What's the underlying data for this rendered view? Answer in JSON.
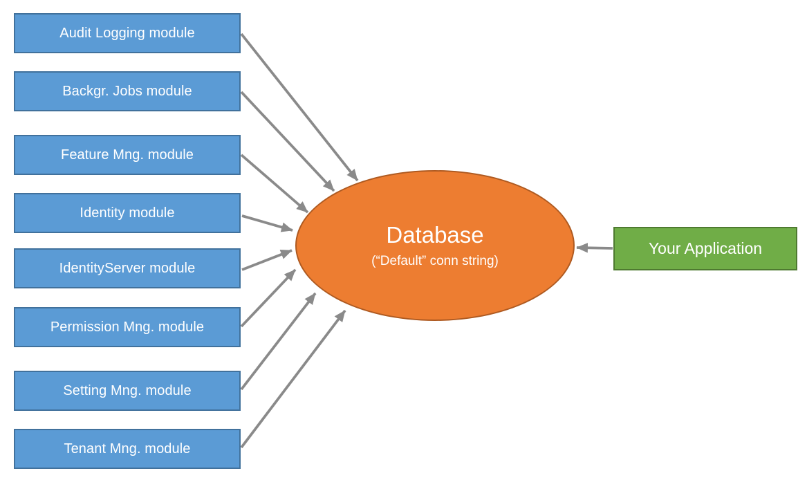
{
  "modules": [
    {
      "id": "audit-logging",
      "label": "Audit Logging module"
    },
    {
      "id": "backgr-jobs",
      "label": "Backgr. Jobs module"
    },
    {
      "id": "feature-mng",
      "label": "Feature Mng. module"
    },
    {
      "id": "identity",
      "label": "Identity module"
    },
    {
      "id": "identity-server",
      "label": "IdentityServer module"
    },
    {
      "id": "permission-mng",
      "label": "Permission Mng. module"
    },
    {
      "id": "setting-mng",
      "label": "Setting Mng. module"
    },
    {
      "id": "tenant-mng",
      "label": "Tenant Mng. module"
    }
  ],
  "database": {
    "title": "Database",
    "subtitle": "(“Default” conn string)"
  },
  "application": {
    "label": "Your Application"
  },
  "colors": {
    "accentBlue": "#5B9BD5",
    "accentBlueBorder": "#41719C",
    "accentOrange": "#ED7D31",
    "accentOrangeBorder": "#AE5A21",
    "accentGreen": "#70AD47",
    "accentGreenBorder": "#4E7A30",
    "arrowGray": "#8A8A8A",
    "textWhite": "#FFFFFF"
  }
}
